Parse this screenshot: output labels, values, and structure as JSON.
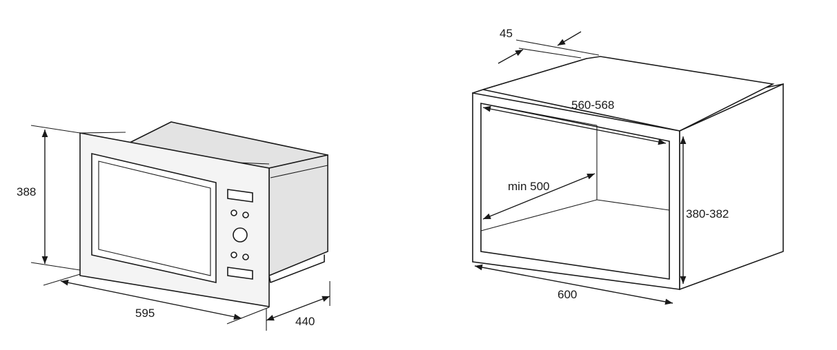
{
  "microwave": {
    "dimensions": {
      "height": "388",
      "width": "595",
      "depth": "440"
    }
  },
  "cavity": {
    "dimensions": {
      "flange": "45",
      "inner_width": "560-568",
      "min_depth": "min 500",
      "height": "380-382",
      "outer_width": "600"
    }
  }
}
